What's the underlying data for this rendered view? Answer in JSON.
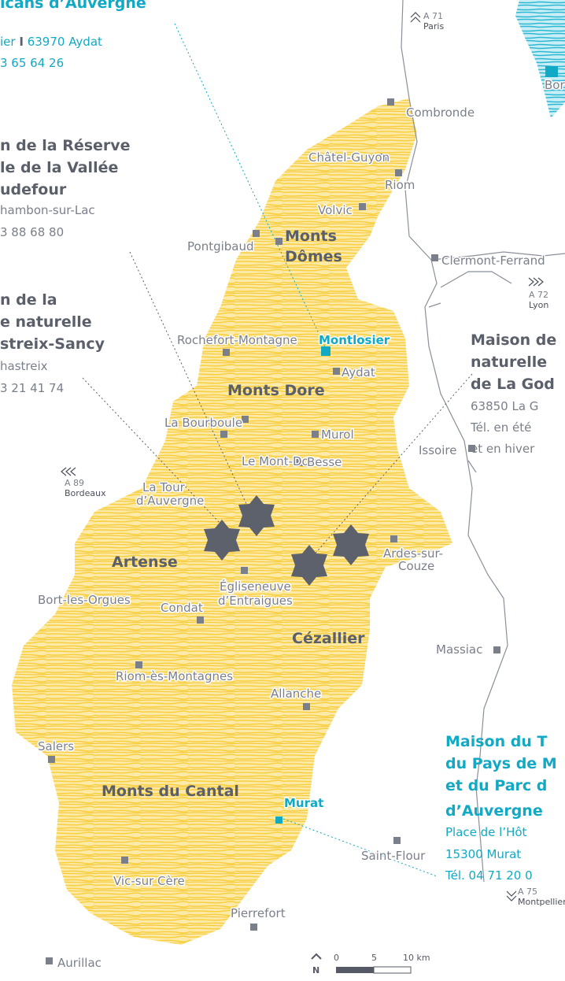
{
  "colors": {
    "park_fill": "#f8cf3c",
    "park_background": "#fde9a8",
    "road": "#8a8f99",
    "marker": "#7a7f8a",
    "accent": "#12a9c4",
    "heading": "#5a5f6a",
    "star": "#5d616b"
  },
  "top_info": {
    "line1": "lcans d’Auvergne",
    "line2a": "ier ",
    "line2sep": "I",
    "line2b": " 63970 Aydat",
    "line3": "3 65 64 26"
  },
  "info_vallee": {
    "line1": "n de la Réserve",
    "line2": "le de la Vallée",
    "line3": "udefour",
    "line4": "hambon-sur-Lac",
    "line5": "3 88 68 80"
  },
  "info_chastreix": {
    "line1": "n de la",
    "line2": "e naturelle",
    "line3": "streix-Sancy",
    "line4": "hastreix",
    "line5": "3 21 41 74"
  },
  "info_godivelle": {
    "line1": "Maison de",
    "line2": "naturelle",
    "line3": "de La God",
    "line4": "63850 La G",
    "line5": "Tél. en été",
    "line6": "et en hiver"
  },
  "info_murat": {
    "line1": "Maison du T",
    "line2": "du Pays de M",
    "line3": "et du Parc d",
    "line4": "d’Auvergne",
    "line5": "Place de l’Hôt",
    "line6": "15300 Murat",
    "line7": "Tél. 04 71 20 0"
  },
  "regions": {
    "monts_domes_1": "Monts",
    "monts_domes_2": "Dômes",
    "monts_dore": "Monts Dore",
    "artense": "Artense",
    "cezallier": "Cézallier",
    "monts_cantal": "Monts du Cantal"
  },
  "towns": {
    "combronde": "Combronde",
    "chatel_guyon": "Châtel-Guyon",
    "riom": "Riom",
    "volvic": "Volvic",
    "pontgibaud": "Pontgibaud",
    "clermont": "Clermont-Ferrand",
    "rochefort": "Rochefort-Montagne",
    "montlosier": "Montlosier",
    "aydat": "Aydat",
    "la_bourboule": "La Bourboule",
    "murol": "Murol",
    "le_mont_dore": "Le Mont-Dore",
    "besse": "Besse",
    "la_tour_1": "La Tour",
    "la_tour_2": "d’Auvergne",
    "issoire": "Issoire",
    "ardes_1": "Ardes-sur-",
    "ardes_2": "Couze",
    "egliseneuve_1": "Égliseneuve",
    "egliseneuve_2": "d’Entraigues",
    "bort": "Bort-les-Orgues",
    "condat": "Condat",
    "massiac": "Massiac",
    "riom_es": "Riom-ès-Montagnes",
    "allanche": "Allanche",
    "salers": "Salers",
    "murat": "Murat",
    "saint_flour": "Saint-Flour",
    "vic": "Vic-sur Cère",
    "pierrefort": "Pierrefort",
    "aurillac": "Aurillac",
    "bordeaux_inset": "Bor"
  },
  "roads": {
    "a71_code": "A 71",
    "a71_city": "Paris",
    "a72_code": "A 72",
    "a72_city": "Lyon",
    "a89_code": "A 89",
    "a89_city": "Bordeaux",
    "a75_code": "A 75",
    "a75_city": "Montpellier"
  },
  "scale": {
    "north": "N",
    "t0": "0",
    "t5": "5",
    "t10": "10 km"
  }
}
